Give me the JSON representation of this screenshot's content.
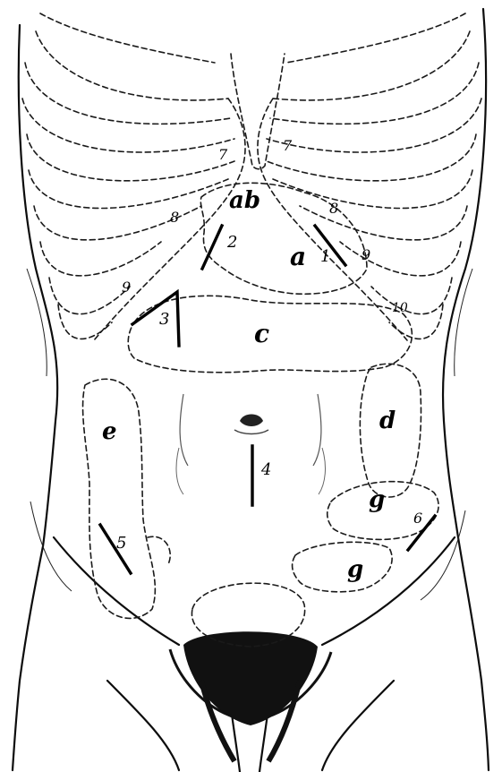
{
  "rib_numbers": {
    "r7_right": "7",
    "r7_left": "7",
    "r8_right": "8",
    "r8_left": "8",
    "r9_right": "9",
    "r9_left": "9",
    "r10_left": "10"
  },
  "incision_numbers": {
    "i1": "1",
    "i2": "2",
    "i3": "3",
    "i4": "4",
    "i5": "5",
    "i6": "6"
  },
  "organ_letters": {
    "ab": "ab",
    "a": "a",
    "c": "c",
    "d": "d",
    "e": "e",
    "g_upper": "g",
    "g_lower": "g"
  }
}
